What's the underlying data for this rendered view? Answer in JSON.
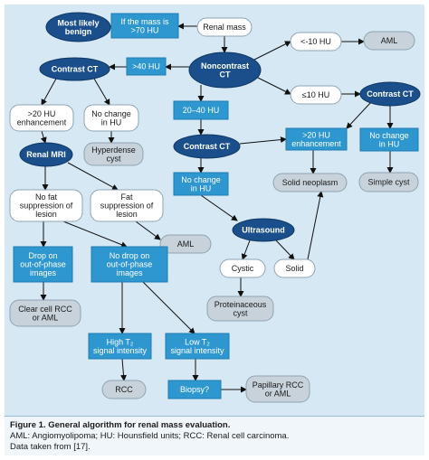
{
  "caption": {
    "title": "Figure 1. General algorithm for renal mass evaluation.",
    "abbreviations": "AML: Angiomyolipoma; HU: Hounsfield units; RCC: Renal cell carcinoma.",
    "source": "Data taken from [17]."
  },
  "colors": {
    "panel": "#d6e8f4",
    "ellipse_dark": "#1a4f8c",
    "box_blue": "#2e97cf",
    "outcome_gray": "#c7d2da",
    "result_white": "#ffffff",
    "arrow": "#111111"
  },
  "nodes": [
    {
      "id": "renal-mass",
      "shape": "round",
      "style": "white",
      "lines": [
        "Renal mass"
      ]
    },
    {
      "id": "most-likely-benign",
      "shape": "ellipse",
      "style": "dark",
      "lines": [
        "Most likely",
        "benign"
      ]
    },
    {
      "id": "if-mass-70hu",
      "shape": "rect",
      "style": "blue",
      "lines": [
        "If the mass is",
        ">70 HU"
      ]
    },
    {
      "id": "contrast-ct-left",
      "shape": "ellipse",
      "style": "dark",
      "lines": [
        "Contrast CT"
      ]
    },
    {
      "id": "gt40-hu",
      "shape": "rect",
      "style": "blue",
      "lines": [
        ">40 HU"
      ]
    },
    {
      "id": "noncontrast-ct",
      "shape": "ellipse",
      "style": "dark",
      "lines": [
        "Noncontrast",
        "CT"
      ]
    },
    {
      "id": "lt-neg10-hu",
      "shape": "round",
      "style": "white",
      "lines": [
        "<-10 HU"
      ]
    },
    {
      "id": "aml-top",
      "shape": "round",
      "style": "gray",
      "lines": [
        "AML"
      ]
    },
    {
      "id": "le10-hu",
      "shape": "round",
      "style": "white",
      "lines": [
        "≤10 HU"
      ]
    },
    {
      "id": "contrast-ct-right",
      "shape": "ellipse",
      "style": "dark",
      "lines": [
        "Contrast CT"
      ]
    },
    {
      "id": "gt20-enh-left",
      "shape": "round",
      "style": "white",
      "lines": [
        ">20 HU",
        "enhancement"
      ]
    },
    {
      "id": "nochange-left",
      "shape": "round",
      "style": "white",
      "lines": [
        "No change",
        "in HU"
      ]
    },
    {
      "id": "hyperdense-cyst",
      "shape": "round",
      "style": "gray",
      "lines": [
        "Hyperdense",
        "cyst"
      ]
    },
    {
      "id": "hu-20-40",
      "shape": "rect",
      "style": "blue",
      "lines": [
        "20–40 HU"
      ]
    },
    {
      "id": "gt20-enh-right",
      "shape": "rect",
      "style": "blue",
      "lines": [
        ">20 HU",
        "enhancement"
      ]
    },
    {
      "id": "nochange-right",
      "shape": "rect",
      "style": "blue",
      "lines": [
        "No change",
        "in HU"
      ]
    },
    {
      "id": "contrast-ct-mid",
      "shape": "ellipse",
      "style": "dark",
      "lines": [
        "Contrast CT"
      ]
    },
    {
      "id": "solid-neoplasm",
      "shape": "round",
      "style": "gray",
      "lines": [
        "Solid neoplasm"
      ]
    },
    {
      "id": "simple-cyst",
      "shape": "round",
      "style": "gray",
      "lines": [
        "Simple cyst"
      ]
    },
    {
      "id": "renal-mri",
      "shape": "ellipse",
      "style": "dark",
      "lines": [
        "Renal MRI"
      ]
    },
    {
      "id": "nochange-mid",
      "shape": "rect",
      "style": "blue",
      "lines": [
        "No change",
        "in HU"
      ]
    },
    {
      "id": "no-fat-suppression",
      "shape": "round",
      "style": "white",
      "lines": [
        "No fat",
        "suppression of",
        "lesion"
      ]
    },
    {
      "id": "fat-suppression",
      "shape": "round",
      "style": "white",
      "lines": [
        "Fat",
        "suppression of",
        "lesion"
      ]
    },
    {
      "id": "ultrasound",
      "shape": "ellipse",
      "style": "dark",
      "lines": [
        "Ultrasound"
      ]
    },
    {
      "id": "aml-mid",
      "shape": "round",
      "style": "gray",
      "lines": [
        "AML"
      ]
    },
    {
      "id": "drop-oop",
      "shape": "rect",
      "style": "blue",
      "lines": [
        "Drop on",
        "out-of-phase",
        "images"
      ]
    },
    {
      "id": "nodrop-oop",
      "shape": "rect",
      "style": "blue",
      "lines": [
        "No drop on",
        "out-of-phase",
        "images"
      ]
    },
    {
      "id": "cystic",
      "shape": "round",
      "style": "white",
      "lines": [
        "Cystic"
      ]
    },
    {
      "id": "solid",
      "shape": "round",
      "style": "white",
      "lines": [
        "Solid"
      ]
    },
    {
      "id": "clear-cell-rcc",
      "shape": "round",
      "style": "gray",
      "lines": [
        "Clear cell RCC",
        "or AML"
      ]
    },
    {
      "id": "proteinaceous-cyst",
      "shape": "round",
      "style": "gray",
      "lines": [
        "Proteinaceous",
        "cyst"
      ]
    },
    {
      "id": "high-t2",
      "shape": "rect",
      "style": "blue",
      "lines": [
        "High T₂",
        "signal intensity"
      ]
    },
    {
      "id": "low-t2",
      "shape": "rect",
      "style": "blue",
      "lines": [
        "Low T₂",
        "signal intensity"
      ]
    },
    {
      "id": "rcc",
      "shape": "round",
      "style": "gray",
      "lines": [
        "RCC"
      ]
    },
    {
      "id": "biopsy",
      "shape": "rect",
      "style": "blue",
      "lines": [
        "Biopsy?"
      ]
    },
    {
      "id": "papillary-rcc",
      "shape": "round",
      "style": "gray",
      "lines": [
        "Papillary RCC",
        "or AML"
      ]
    }
  ],
  "edges": [
    {
      "from": "renal-mass",
      "to": "noncontrast-ct"
    },
    {
      "from": "noncontrast-ct",
      "to": "gt40-hu"
    },
    {
      "from": "gt40-hu",
      "to": "contrast-ct-left"
    },
    {
      "from": "noncontrast-ct",
      "to": "if-mass-70hu"
    },
    {
      "from": "if-mass-70hu",
      "to": "most-likely-benign"
    },
    {
      "from": "noncontrast-ct",
      "to": "lt-neg10-hu"
    },
    {
      "from": "lt-neg10-hu",
      "to": "aml-top"
    },
    {
      "from": "noncontrast-ct",
      "to": "le10-hu"
    },
    {
      "from": "le10-hu",
      "to": "contrast-ct-right"
    },
    {
      "from": "noncontrast-ct",
      "to": "hu-20-40"
    },
    {
      "from": "contrast-ct-right",
      "to": "gt20-enh-right"
    },
    {
      "from": "contrast-ct-right",
      "to": "nochange-right"
    },
    {
      "from": "nochange-right",
      "to": "simple-cyst"
    },
    {
      "from": "gt20-enh-right",
      "to": "solid-neoplasm"
    },
    {
      "from": "contrast-ct-left",
      "to": "gt20-enh-left"
    },
    {
      "from": "contrast-ct-left",
      "to": "nochange-left"
    },
    {
      "from": "nochange-left",
      "to": "hyperdense-cyst"
    },
    {
      "from": "gt20-enh-left",
      "to": "renal-mri"
    },
    {
      "from": "hu-20-40",
      "to": "contrast-ct-mid"
    },
    {
      "from": "contrast-ct-mid",
      "to": "gt20-enh-right"
    },
    {
      "from": "contrast-ct-mid",
      "to": "nochange-mid"
    },
    {
      "from": "nochange-mid",
      "to": "ultrasound"
    },
    {
      "from": "ultrasound",
      "to": "cystic"
    },
    {
      "from": "ultrasound",
      "to": "solid"
    },
    {
      "from": "solid",
      "to": "solid-neoplasm"
    },
    {
      "from": "cystic",
      "to": "proteinaceous-cyst"
    },
    {
      "from": "renal-mri",
      "to": "no-fat-suppression"
    },
    {
      "from": "renal-mri",
      "to": "fat-suppression"
    },
    {
      "from": "fat-suppression",
      "to": "aml-mid"
    },
    {
      "from": "no-fat-suppression",
      "to": "drop-oop"
    },
    {
      "from": "no-fat-suppression",
      "to": "nodrop-oop"
    },
    {
      "from": "drop-oop",
      "to": "clear-cell-rcc"
    },
    {
      "from": "nodrop-oop",
      "to": "high-t2"
    },
    {
      "from": "nodrop-oop",
      "to": "low-t2"
    },
    {
      "from": "high-t2",
      "to": "rcc"
    },
    {
      "from": "low-t2",
      "to": "biopsy"
    },
    {
      "from": "biopsy",
      "to": "papillary-rcc"
    }
  ]
}
